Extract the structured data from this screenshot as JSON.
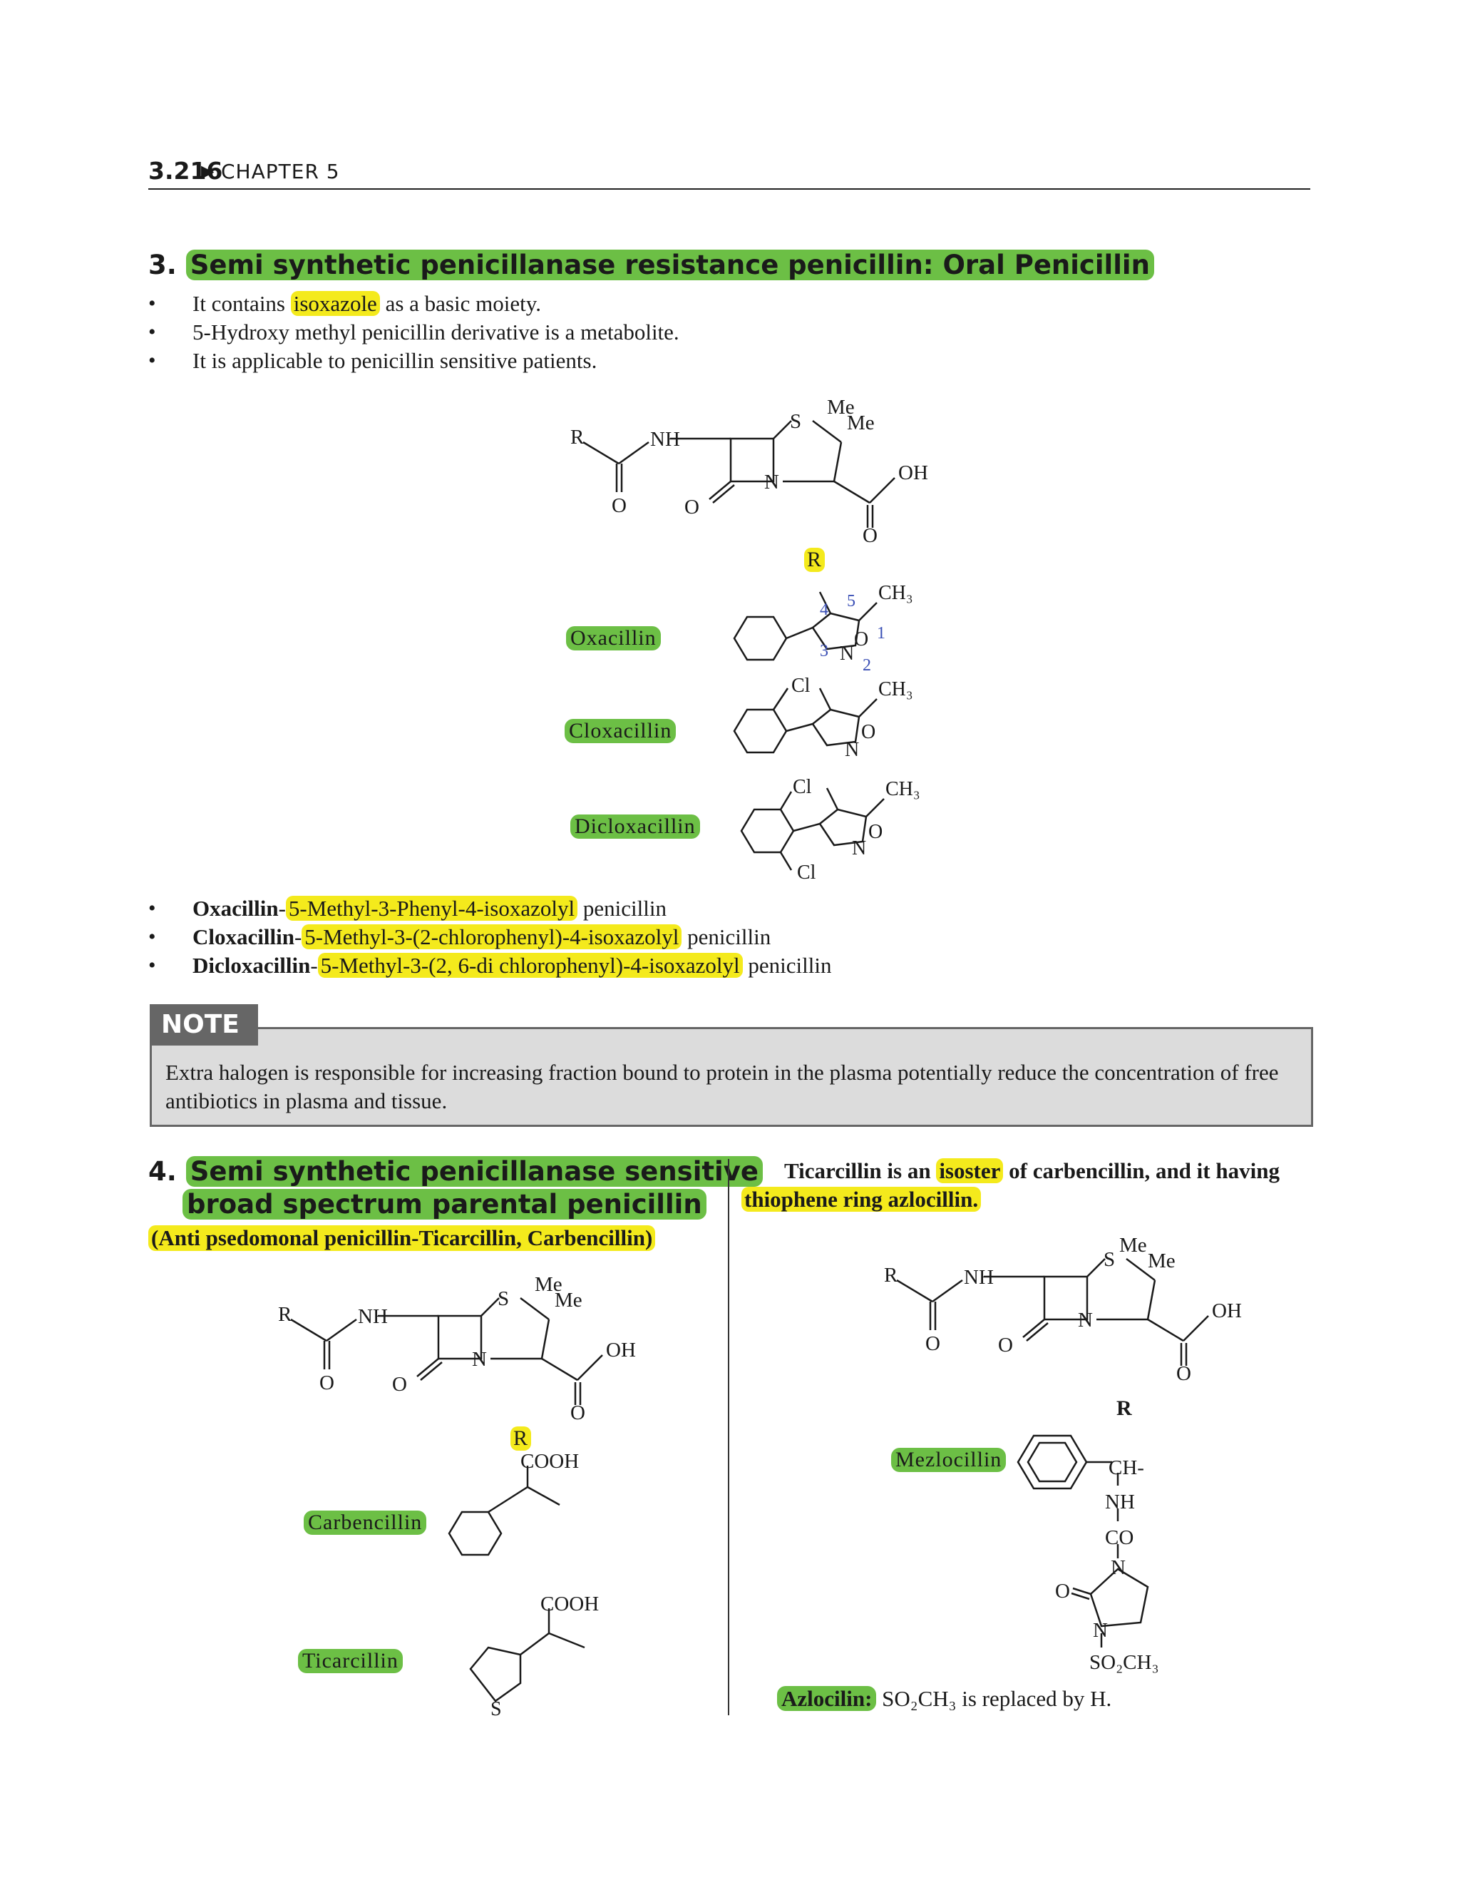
{
  "header": {
    "page_number": "3.216",
    "chapter": "CHAPTER 5"
  },
  "section3": {
    "number": "3.",
    "title": "Semi synthetic penicillanase resistance penicillin: Oral Penicillin",
    "bullet1_pre": "It contains ",
    "bullet1_hl": "isoxazole",
    "bullet1_post": " as a basic moiety.",
    "bullet2": "5-Hydroxy methyl penicillin derivative is a metabolite.",
    "bullet3": "It is applicable to penicillin sensitive patients.",
    "r_label": "R",
    "drugs": [
      "Oxacillin",
      "Cloxacillin",
      "Dicloxacillin"
    ],
    "names": [
      {
        "drug": "Oxacillin",
        "sep": "-",
        "chem": "5-Methyl-3-Phenyl-4-isoxazolyl",
        "suffix": " penicillin"
      },
      {
        "drug": "Cloxacillin",
        "sep": "-",
        "chem": "5-Methyl-3-(2-chlorophenyl)-4-isoxazolyl",
        "suffix": " penicillin"
      },
      {
        "drug": "Dicloxacillin",
        "sep": "-",
        "chem": "5-Methyl-3-(2, 6-di chlorophenyl)-4-isoxazolyl",
        "suffix": " penicillin"
      }
    ]
  },
  "note": {
    "tab": "NOTE",
    "text": "Extra halogen is responsible for increasing fraction bound to protein in the plasma potentially reduce the concentration of free antibiotics in plasma and tissue."
  },
  "section4": {
    "number": "4.",
    "title_line1": "Semi synthetic penicillanase sensitive",
    "title_line2": "broad spectrum parental penicillin",
    "subtitle": "(Anti psedomonal penicillin-Ticarcillin, Carbencillin)",
    "r_label": "R",
    "drugs": [
      "Carbencillin",
      "Ticarcillin"
    ],
    "cooh": "COOH"
  },
  "right": {
    "line1_pre": "Ticarcillin is an ",
    "line1_hl": "isoster",
    "line1_post": " of carbencillin, and it having",
    "line2": "thiophene ring azlocillin.",
    "r_label": "R",
    "drug": "Mezlocillin",
    "azlo_label": "Azlocilin:",
    "azlo_text": " SO₂CH₃ is replaced by H."
  },
  "penicillin_core": {
    "r": "R",
    "nh": "NH",
    "s": "S",
    "me": "Me",
    "n": "N",
    "o": "O",
    "oh": "OH"
  }
}
